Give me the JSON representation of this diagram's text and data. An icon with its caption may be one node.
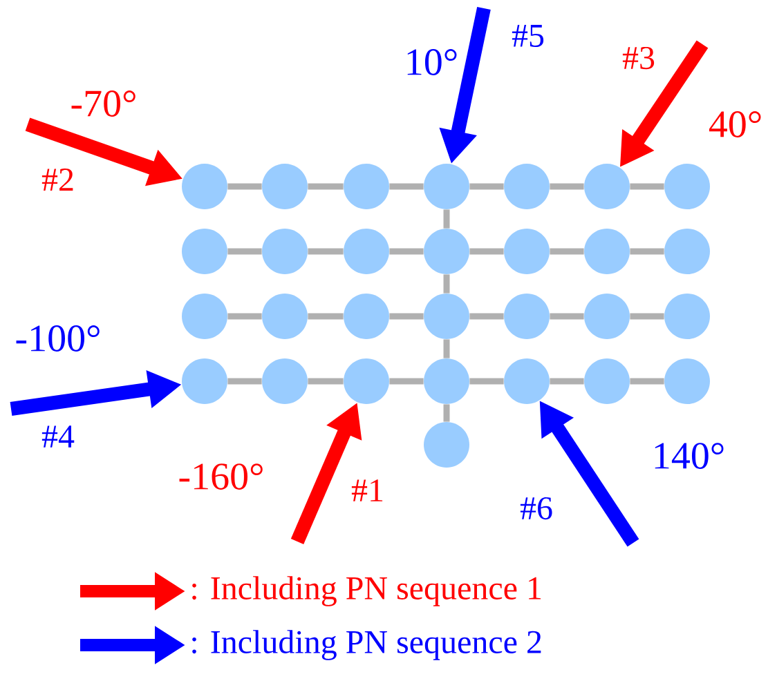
{
  "diagram": {
    "nodes": [
      {
        "text": [],
        "shape": "circle"
      },
      {
        "text": [],
        "shape": "circle"
      },
      {
        "text": [],
        "shape": "circle"
      },
      {
        "text": [],
        "shape": "circle"
      },
      {
        "text": [],
        "shape": "circle"
      },
      {
        "text": [],
        "shape": "circle"
      },
      {
        "text": [],
        "shape": "circle"
      },
      {
        "text": [],
        "shape": "circle"
      },
      {
        "text": [],
        "shape": "circle"
      },
      {
        "text": [],
        "shape": "circle"
      },
      {
        "text": [],
        "shape": "circle"
      },
      {
        "text": [],
        "shape": "circle"
      },
      {
        "text": [],
        "shape": "circle"
      },
      {
        "text": [],
        "shape": "circle"
      },
      {
        "text": [],
        "shape": "circle"
      },
      {
        "text": [],
        "shape": "circle"
      },
      {
        "text": [],
        "shape": "circle"
      },
      {
        "text": [],
        "shape": "circle"
      },
      {
        "text": [],
        "shape": "circle"
      },
      {
        "text": [],
        "shape": "circle"
      },
      {
        "text": [],
        "shape": "circle"
      },
      {
        "text": [],
        "shape": "circle"
      },
      {
        "text": [],
        "shape": "circle"
      },
      {
        "text": [],
        "shape": "circle"
      },
      {
        "text": [],
        "shape": "circle"
      },
      {
        "text": [],
        "shape": "circle"
      },
      {
        "text": [],
        "shape": "circle"
      },
      {
        "text": [],
        "shape": "circle"
      },
      {
        "text": [],
        "shape": "circle"
      }
    ],
    "edges": [
      {
        "from": 0,
        "to": 1,
        "arrow": "none"
      },
      {
        "from": 1,
        "to": 2,
        "arrow": "none"
      },
      {
        "from": 2,
        "to": 3,
        "arrow": "none"
      },
      {
        "from": 3,
        "to": 4,
        "arrow": "none"
      },
      {
        "from": 4,
        "to": 5,
        "arrow": "none"
      },
      {
        "from": 5,
        "to": 6,
        "arrow": "none"
      },
      {
        "from": 7,
        "to": 8,
        "arrow": "none"
      },
      {
        "from": 8,
        "to": 9,
        "arrow": "none"
      },
      {
        "from": 9,
        "to": 10,
        "arrow": "none"
      },
      {
        "from": 10,
        "to": 11,
        "arrow": "none"
      },
      {
        "from": 11,
        "to": 12,
        "arrow": "none"
      },
      {
        "from": 12,
        "to": 13,
        "arrow": "none"
      },
      {
        "from": 14,
        "to": 15,
        "arrow": "none"
      },
      {
        "from": 15,
        "to": 16,
        "arrow": "none"
      },
      {
        "from": 16,
        "to": 17,
        "arrow": "none"
      },
      {
        "from": 17,
        "to": 18,
        "arrow": "none"
      },
      {
        "from": 18,
        "to": 19,
        "arrow": "none"
      },
      {
        "from": 19,
        "to": 20,
        "arrow": "none"
      },
      {
        "from": 21,
        "to": 22,
        "arrow": "none"
      },
      {
        "from": 22,
        "to": 23,
        "arrow": "none"
      },
      {
        "from": 23,
        "to": 24,
        "arrow": "none"
      },
      {
        "from": 24,
        "to": 25,
        "arrow": "none"
      },
      {
        "from": 25,
        "to": 26,
        "arrow": "none"
      },
      {
        "from": 26,
        "to": 27,
        "arrow": "none"
      },
      {
        "from": 3,
        "to": 10,
        "arrow": "none"
      },
      {
        "from": 10,
        "to": 17,
        "arrow": "none"
      },
      {
        "from": 17,
        "to": 24,
        "arrow": "none"
      },
      {
        "from": 24,
        "to": 28,
        "arrow": "none"
      },
      {
        "from": null,
        "to": 0,
        "arrow": "to",
        "style": "thick",
        "color": "#ff0000"
      },
      {
        "from": null,
        "to": 3,
        "arrow": "to",
        "style": "thick",
        "color": "#0000ff"
      },
      {
        "from": null,
        "to": 5,
        "arrow": "to",
        "style": "thick",
        "color": "#ff0000"
      },
      {
        "from": null,
        "to": 21,
        "arrow": "to",
        "style": "thick",
        "color": "#0000ff"
      },
      {
        "from": null,
        "to": 23,
        "arrow": "to",
        "style": "thick",
        "color": "#ff0000"
      },
      {
        "from": null,
        "to": 25,
        "arrow": "to",
        "style": "thick",
        "color": "#0000ff"
      }
    ],
    "labels": [
      "-70°",
      "#2",
      "10°",
      "#5",
      "#3",
      "40°",
      "-100°",
      "#4",
      "-160°",
      "#1",
      "140°",
      "#6"
    ],
    "legend": [
      {
        "text": ": Including PN sequence 1",
        "color": "#ff0000"
      },
      {
        "text": ": Including PN sequence 2",
        "color": "#0000ff"
      }
    ]
  }
}
